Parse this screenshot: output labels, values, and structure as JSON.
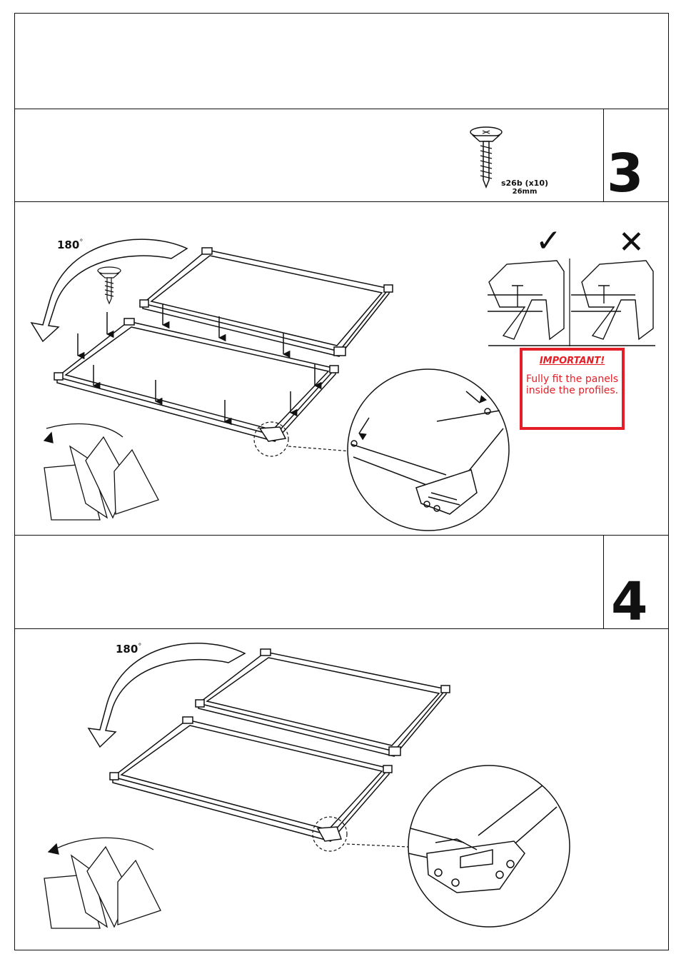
{
  "steps": [
    {
      "number": "3",
      "angle": "180",
      "degree_symbol": "°"
    },
    {
      "number": "4",
      "angle": "180",
      "degree_symbol": "°"
    }
  ],
  "hardware": {
    "code": "s26b (x10)",
    "length": "26mm"
  },
  "fit_check": {
    "correct_icon": "check-icon",
    "wrong_icon": "cross-icon",
    "correct_mark": "✓",
    "wrong_mark": "✕"
  },
  "important": {
    "title": "IMPORTANT!",
    "body": "Fully fit the panels inside the profiles.",
    "color": "#e41e26"
  }
}
